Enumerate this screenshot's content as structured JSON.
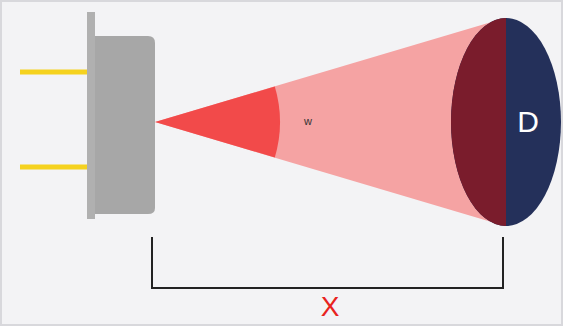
{
  "diagram": {
    "nodes": [
      {
        "text": [
          "D"
        ]
      }
    ],
    "labels": [
      "w",
      "X"
    ]
  }
}
